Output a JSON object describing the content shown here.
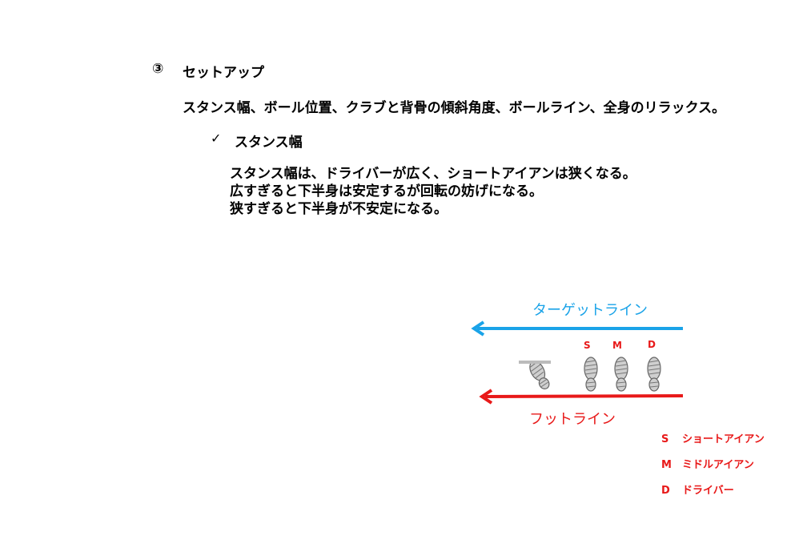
{
  "section": {
    "number": "③",
    "title": "セットアップ",
    "summary": "スタンス幅、ボール位置、クラブと背骨の傾斜角度、ボールライン、全身のリラックス。"
  },
  "subsection": {
    "check": "✓",
    "title": "スタンス幅",
    "lines": [
      "スタンス幅は、ドライバーが広く、ショートアイアンは狭くなる。",
      "広すぎると下半身は安定するが回転の妨げになる。",
      "狭すぎると下半身が不安定になる。"
    ]
  },
  "diagram": {
    "target_line_label": "ターゲットライン",
    "foot_line_label": "フットライン",
    "marks": [
      "S",
      "M",
      "D"
    ],
    "colors": {
      "target_line": "#1aa3e8",
      "foot_line": "#e81919"
    },
    "legend": [
      {
        "key": "S",
        "label": "ショートアイアン"
      },
      {
        "key": "M",
        "label": "ミドルアイアン"
      },
      {
        "key": "D",
        "label": "ドライバー"
      }
    ]
  }
}
